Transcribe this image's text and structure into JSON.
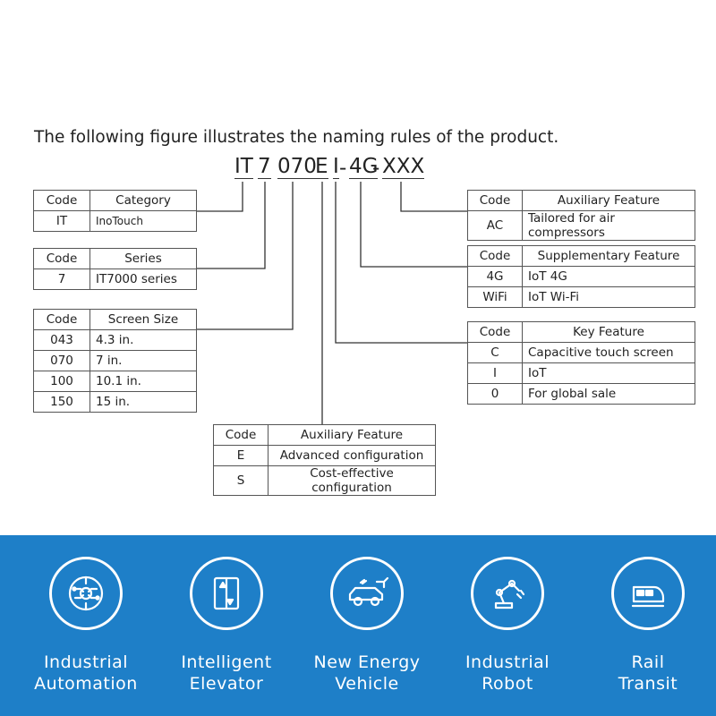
{
  "intro": "The following figure illustrates the naming rules of the product.",
  "model_code": {
    "segments": [
      "IT",
      "7",
      "070",
      "E",
      "I",
      "-",
      "4G",
      "-",
      "XXX"
    ]
  },
  "tables": {
    "category": {
      "headers": [
        "Code",
        "Category"
      ],
      "rows": [
        [
          "IT",
          "InoTouch"
        ]
      ]
    },
    "series": {
      "headers": [
        "Code",
        "Series"
      ],
      "rows": [
        [
          "7",
          "IT7000 series"
        ]
      ]
    },
    "screen_size": {
      "headers": [
        "Code",
        "Screen Size"
      ],
      "rows": [
        [
          "043",
          "4.3 in."
        ],
        [
          "070",
          "7 in."
        ],
        [
          "100",
          "10.1 in."
        ],
        [
          "150",
          "15 in."
        ]
      ]
    },
    "auxiliary_bottom": {
      "headers": [
        "Code",
        "Auxiliary Feature"
      ],
      "rows": [
        [
          "E",
          "Advanced configuration"
        ],
        [
          "S",
          "Cost-effective configuration"
        ]
      ]
    },
    "auxiliary_right": {
      "headers": [
        "Code",
        "Auxiliary Feature"
      ],
      "rows": [
        [
          "AC",
          "Tailored for air compressors"
        ]
      ]
    },
    "supplementary": {
      "headers": [
        "Code",
        "Supplementary Feature"
      ],
      "rows": [
        [
          "4G",
          "IoT 4G"
        ],
        [
          "WiFi",
          "IoT Wi-Fi"
        ]
      ]
    },
    "key_feature": {
      "headers": [
        "Code",
        "Key Feature"
      ],
      "rows": [
        [
          "C",
          "Capacitive touch screen"
        ],
        [
          "I",
          "IoT"
        ],
        [
          "0",
          "For global sale"
        ]
      ]
    }
  },
  "applications": [
    {
      "icon": "circuit-gear-icon",
      "line1": "Industrial",
      "line2": "Automation"
    },
    {
      "icon": "elevator-icon",
      "line1": "Intelligent",
      "line2": "Elevator"
    },
    {
      "icon": "electric-car-icon",
      "line1": "New Energy",
      "line2": "Vehicle"
    },
    {
      "icon": "robot-arm-icon",
      "line1": "Industrial",
      "line2": "Robot"
    },
    {
      "icon": "train-icon",
      "line1": "Rail",
      "line2": "Transit"
    }
  ],
  "colors": {
    "band": "#1e7fc8",
    "text": "#222222",
    "border": "#555555"
  }
}
